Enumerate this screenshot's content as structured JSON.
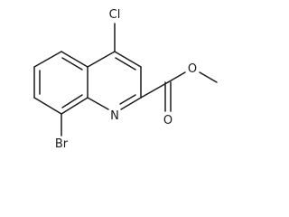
{
  "molecule": {
    "atoms": {
      "chlorine": "Cl",
      "nitrogen": "N",
      "bromine": "Br",
      "carbonyl_oxygen": "O",
      "ester_oxygen": "O"
    }
  }
}
